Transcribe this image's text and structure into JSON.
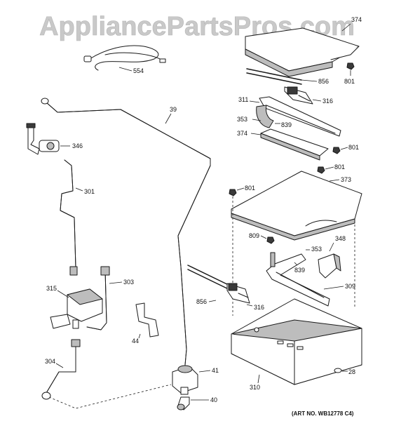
{
  "watermark": "AppliancePartsPros.com",
  "art_number": "(ART NO. WB12778 C4)",
  "callouts": {
    "c554": "554",
    "c374a": "374",
    "c801a": "801",
    "c856a": "856",
    "c316a": "316",
    "c311": "311",
    "c353a": "353",
    "c839a": "839",
    "c374b": "374",
    "c801b": "801",
    "c801c": "801",
    "c39": "39",
    "c346": "346",
    "c301": "301",
    "c801d": "801",
    "c373": "373",
    "c809": "809",
    "c348": "348",
    "c353b": "353",
    "c839b": "839",
    "c309": "309",
    "c315": "315",
    "c303": "303",
    "c856b": "856",
    "c316b": "316",
    "c44": "44",
    "c304": "304",
    "c41": "41",
    "c310": "310",
    "c28": "28",
    "c40": "40"
  }
}
